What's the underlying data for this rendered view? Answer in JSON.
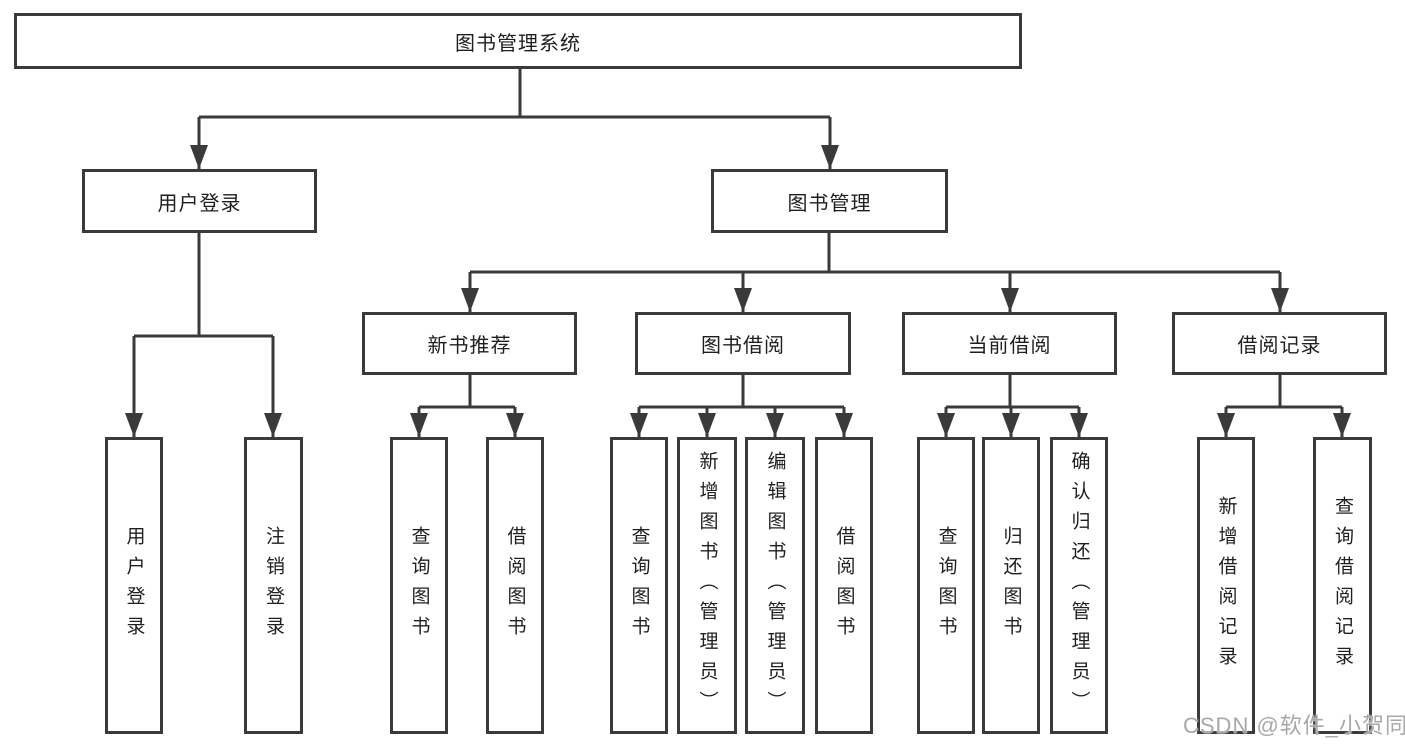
{
  "diagram": {
    "root": {
      "label": "图书管理系统"
    },
    "branches": [
      {
        "label": "用户登录",
        "children": [
          {
            "label": "用户登录"
          },
          {
            "label": "注销登录"
          }
        ]
      },
      {
        "label": "图书管理",
        "children": [
          {
            "label": "新书推荐",
            "children": [
              {
                "label": "查询图书"
              },
              {
                "label": "借阅图书"
              }
            ]
          },
          {
            "label": "图书借阅",
            "children": [
              {
                "label": "查询图书"
              },
              {
                "label": "新增图书（管理员）"
              },
              {
                "label": "编辑图书（管理员）"
              },
              {
                "label": "借阅图书"
              }
            ]
          },
          {
            "label": "当前借阅",
            "children": [
              {
                "label": "查询图书"
              },
              {
                "label": "归还图书"
              },
              {
                "label": "确认归还（管理员）"
              }
            ]
          },
          {
            "label": "借阅记录",
            "children": [
              {
                "label": "新增借阅记录"
              },
              {
                "label": "查询借阅记录"
              }
            ]
          }
        ]
      }
    ]
  },
  "watermark": {
    "text": "CSDN @软件_小贺同学"
  },
  "colors": {
    "line": "#3a3a3a",
    "box_border": "#3a3a3a",
    "text": "#1f1f1f",
    "watermark": "#a8a8a8",
    "background": "#ffffff"
  }
}
